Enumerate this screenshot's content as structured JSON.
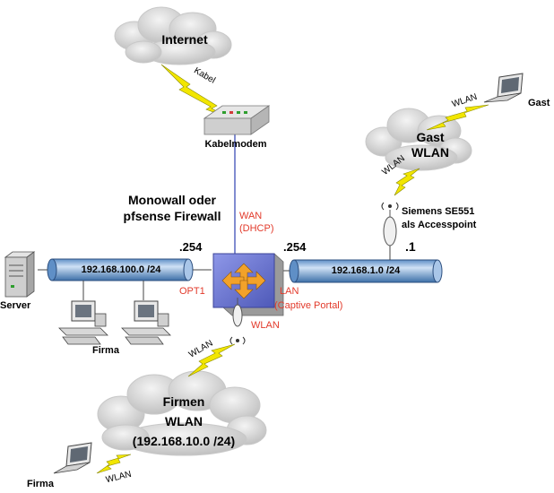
{
  "clouds": {
    "internet": "Internet",
    "gast_wlan": [
      "Gast",
      "WLAN"
    ],
    "firmen_wlan": [
      "Firmen",
      "WLAN",
      "(192.168.10.0 /24)"
    ]
  },
  "devices": {
    "modem": "Kabelmodem",
    "firewall": [
      "Monowall oder",
      "pfsense Firewall"
    ],
    "accesspoint": [
      "Siemens SE551",
      "als Accesspoint"
    ],
    "server": "Server",
    "firma_pcs": "Firma",
    "gast_laptop": "Gast",
    "firma_laptop": "Firma"
  },
  "links": {
    "kabel": "Kabel",
    "wlan": "WLAN"
  },
  "interfaces": {
    "wan": [
      "WAN",
      "(DHCP)"
    ],
    "lan": [
      "LAN",
      "(Captive Portal)"
    ],
    "opt1": "OPT1",
    "opt_wlan": "WLAN"
  },
  "networks": {
    "left_subnet": "192.168.100.0  /24",
    "right_subnet": "192.168.1.0  /24",
    "left_ip": ".254",
    "right_ip": ".254",
    "ap_ip": ".1"
  },
  "colors": {
    "pipe_blue": "#9fbfe3",
    "pipe_dark": "#3d6fa8",
    "firewall_blue": "#6d79d6",
    "label_red": "#e23a2b",
    "lightning": "#f2e600",
    "cloud": "#d6d6d6"
  }
}
